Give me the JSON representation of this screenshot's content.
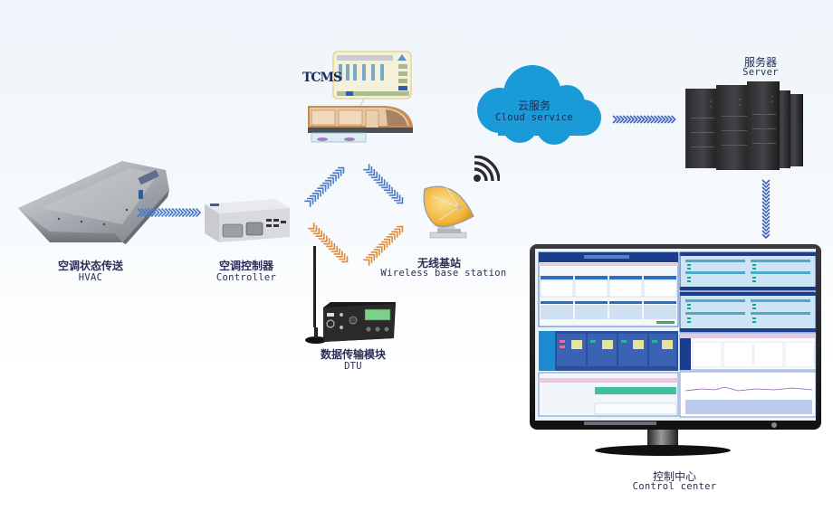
{
  "diagram": {
    "nodes": {
      "hvac": {
        "label_zh": "空调状态传送",
        "label_en": "HVAC",
        "icon": "hvac-unit-icon"
      },
      "controller": {
        "label_zh": "空调控制器",
        "label_en": "Controller",
        "icon": "controller-box-icon"
      },
      "tcms": {
        "label": "TCMS",
        "icon": "train-tcms-icon"
      },
      "dtu": {
        "label_zh": "数据传输模块",
        "label_en": "DTU",
        "icon": "dtu-radio-icon"
      },
      "base_station": {
        "label_zh": "无线基站",
        "label_en": "Wireless base station",
        "icon": "satellite-dish-icon"
      },
      "cloud": {
        "label_zh": "云服务",
        "label_en": "Cloud service",
        "icon": "cloud-icon"
      },
      "server": {
        "label_zh": "服务器",
        "label_en": "Server",
        "icon": "server-rack-icon"
      },
      "control_center": {
        "label_zh": "控制中心",
        "label_en": "Control center",
        "icon": "monitor-icon"
      }
    },
    "edges": [
      {
        "from": "hvac",
        "to": "controller",
        "color": "#4a78c8"
      },
      {
        "from": "controller",
        "to": "tcms",
        "color": "#4a78c8"
      },
      {
        "from": "tcms",
        "to": "base_station",
        "color": "#4a78c8"
      },
      {
        "from": "controller",
        "to": "dtu",
        "color": "#e08a3a"
      },
      {
        "from": "dtu",
        "to": "base_station",
        "color": "#e08a3a"
      },
      {
        "from": "base_station",
        "to": "cloud",
        "icon": "wifi-signal-icon"
      },
      {
        "from": "cloud",
        "to": "server",
        "color": "#3f62b8"
      },
      {
        "from": "server",
        "to": "control_center",
        "color": "#3f62b8"
      }
    ],
    "colors": {
      "cloud": "#1a9ad6",
      "arrow_blue": "#4a78c8",
      "arrow_orange": "#e08a3a",
      "caption": "#2a2f55",
      "screen_header": "#1c3c8c"
    }
  }
}
